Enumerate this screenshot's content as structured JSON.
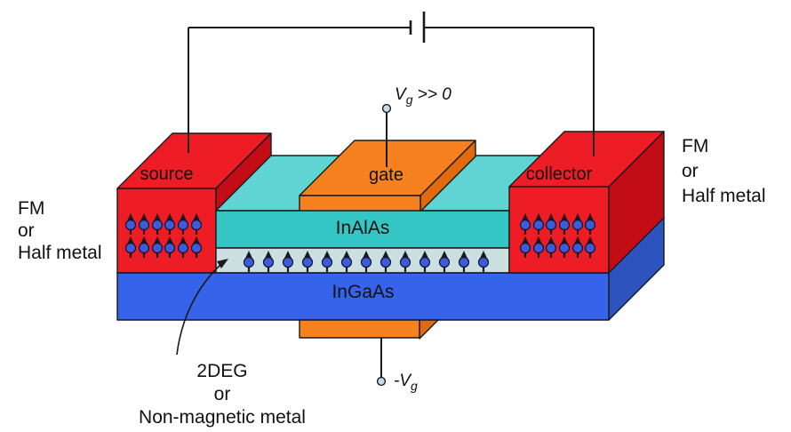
{
  "title": "Spin field-effect transistor device diagram",
  "labels": {
    "source": "source",
    "gate": "gate",
    "collector": "collector",
    "inalas": "InAlAs",
    "ingaas": "InGaAs",
    "left_material": [
      "FM",
      "or",
      "Half metal"
    ],
    "right_material": [
      "FM",
      "or",
      "Half metal"
    ],
    "channel_note": [
      "2DEG",
      "or",
      "Non-magnetic metal"
    ],
    "gate_voltage": {
      "v": "V",
      "sub": "g",
      "rest": " >> 0"
    },
    "back_gate_voltage": {
      "v": "-V",
      "sub": "g"
    }
  },
  "colors": {
    "background": "#FFFFFF",
    "text": "#111111",
    "red": "#EE1C24",
    "red_dark": "#C30D16",
    "teal_top": "#5FD4D2",
    "teal_front": "#33C6C4",
    "strip": "#CBDFE1",
    "blue": "#3564EA",
    "blue_dark": "#2C53BE",
    "orange": "#F6821F",
    "orange_dark": "#E2690D",
    "spin_fill": "#3D5BD5",
    "spin_edge": "#0B1335",
    "wire": "#1A1A1A",
    "outline": "#1A1A1A",
    "terminal_fill": "#C9DBE6"
  },
  "spins": {
    "circle_r": 5.5,
    "groups": [
      {
        "name": "source-spins",
        "rows": [
          253,
          279
        ],
        "xs": [
          147,
          162,
          177,
          191,
          206,
          221
        ]
      },
      {
        "name": "collector-spins",
        "rows": [
          253,
          279
        ],
        "xs": [
          591,
          606,
          620,
          635,
          650,
          664
        ]
      },
      {
        "name": "channel-spins",
        "rows": [
          295
        ],
        "xs": [
          280,
          302,
          324,
          346,
          368,
          390,
          412,
          434,
          456,
          478,
          500,
          522,
          544
        ]
      }
    ]
  }
}
